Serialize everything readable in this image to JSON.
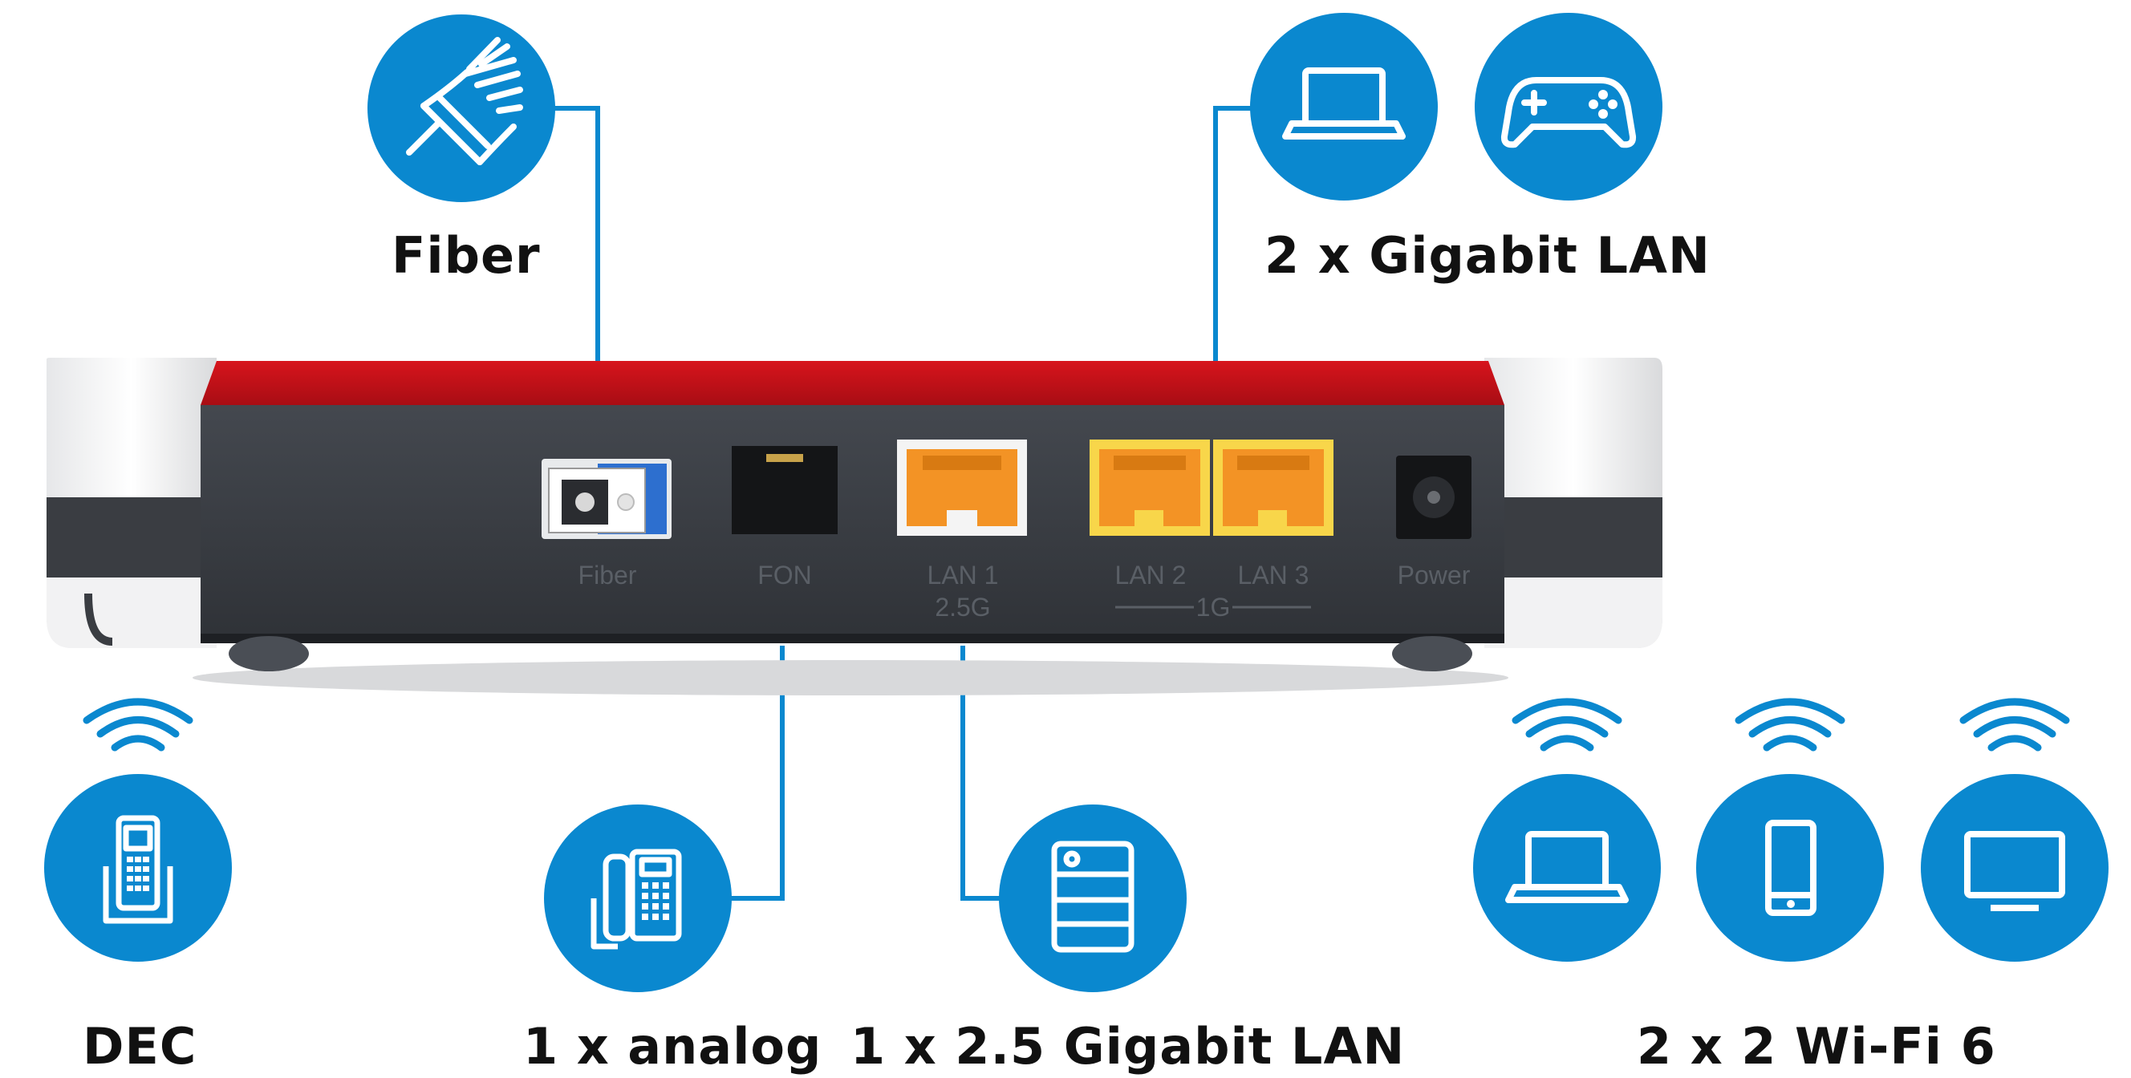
{
  "colors": {
    "accent_blue": "#0a88cf",
    "router_red": "#c4121a",
    "router_body": "#3b3f45",
    "port_orange": "#f39325"
  },
  "callouts": {
    "fiber": "Fiber",
    "gigabit_lan": "2 x Gigabit LAN",
    "dect": "DEC",
    "analog": "1 x analog",
    "lan_2_5": "1 x 2.5 Gigabit LAN",
    "wifi": "2 x 2 Wi-Fi 6"
  },
  "ports": {
    "fiber": "Fiber",
    "fon": "FON",
    "lan1": "LAN 1",
    "lan1_speed": "2.5G",
    "lan2": "LAN 2",
    "lan3": "LAN 3",
    "lan_group_speed": "1G",
    "power": "Power"
  },
  "icons": {
    "fiber": "fiber-cable-icon",
    "lan_laptop": "laptop-icon",
    "gamepad": "gamepad-icon",
    "dect": "cordless-phone-icon",
    "analog": "desk-phone-icon",
    "nas": "nas-storage-icon",
    "wifi_laptop": "laptop-icon",
    "tablet": "tablet-icon",
    "tv": "monitor-icon",
    "wifi": "wifi-waves-icon"
  }
}
